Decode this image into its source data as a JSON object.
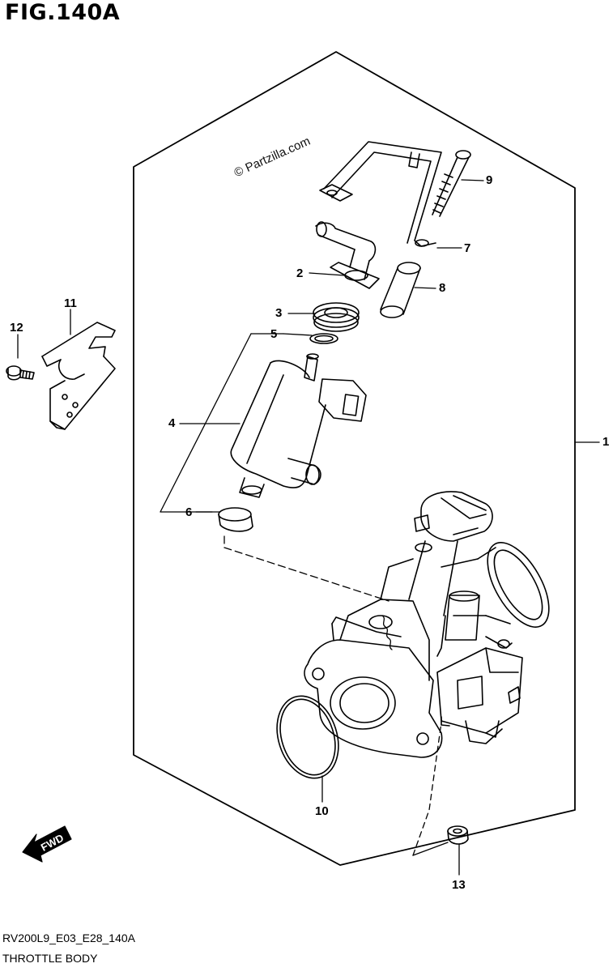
{
  "figure": {
    "title": "FIG.140A"
  },
  "watermark": "© Partzilla.com",
  "callouts": [
    "1",
    "2",
    "3",
    "4",
    "5",
    "6",
    "7",
    "8",
    "9",
    "10",
    "11",
    "12",
    "13"
  ],
  "fwd_label": "FWD",
  "footer": {
    "code": "RV200L9_E03_E28_140A",
    "caption": "THROTTLE BODY"
  }
}
